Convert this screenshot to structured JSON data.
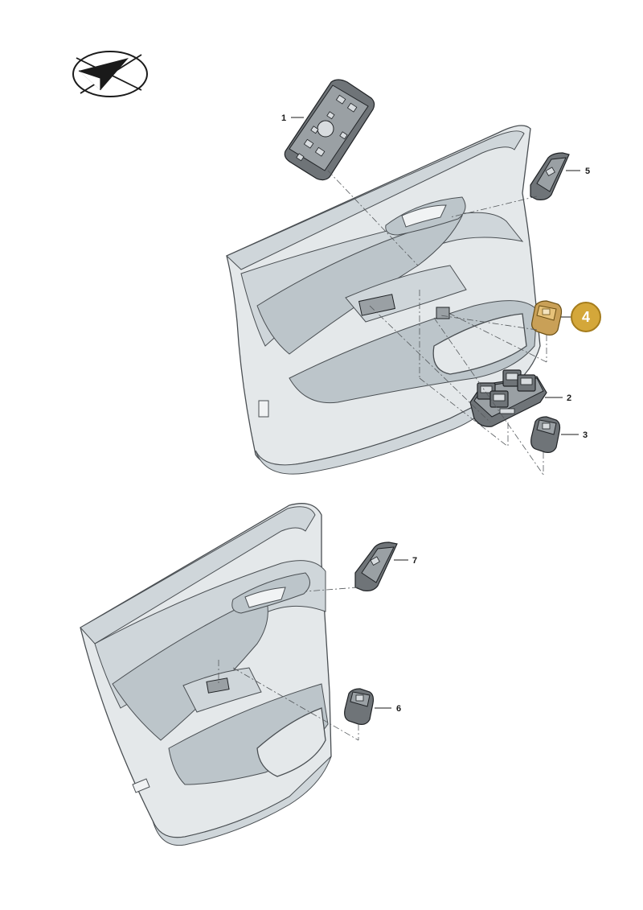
{
  "callouts": {
    "c1": "1",
    "c2": "2",
    "c3": "3",
    "c4": "4",
    "c5": "5",
    "c6": "6",
    "c7": "7"
  },
  "colors": {
    "highlight_fill": "#d4a73a",
    "highlight_stroke": "#a57c1c",
    "highlighted_part": "#e6c27a"
  },
  "icons": {
    "logo": "checkmark-plane-oval-logo"
  }
}
